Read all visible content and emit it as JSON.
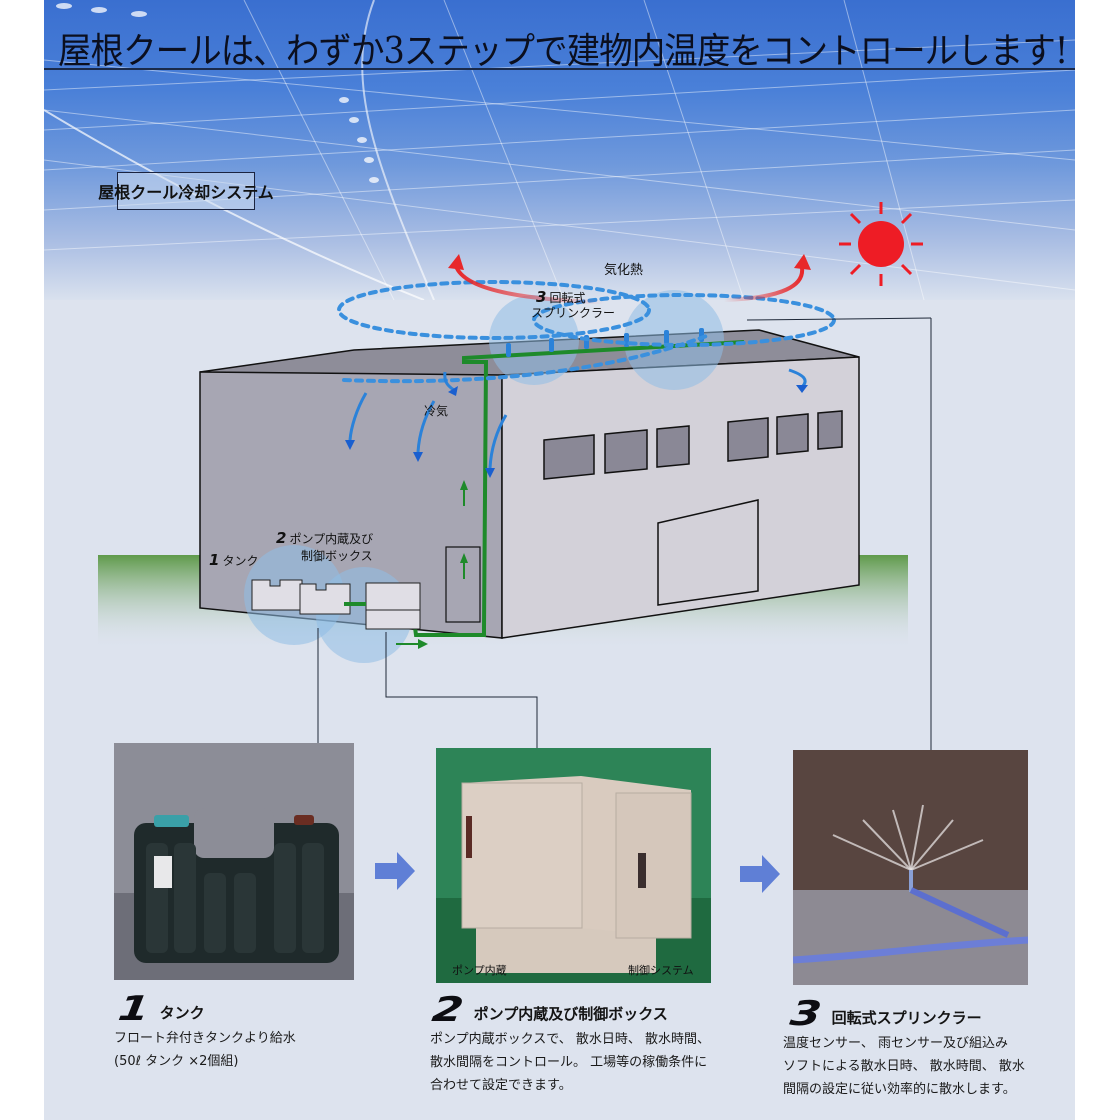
{
  "headline": "屋根クールは、わずか3ステップで建物内温度をコントロールします!",
  "section_label": "屋根クール冷却システム",
  "diagram": {
    "evaporation_label": "気化熱",
    "sprinkler_label_num": "3",
    "sprinkler_label_line1": "回転式",
    "sprinkler_label_line2": "スプリンクラー",
    "cool_air_label": "冷気",
    "tank_label_num": "1",
    "tank_label": "タンク",
    "pump_label_num": "2",
    "pump_label_line1": "ポンプ内蔵及び",
    "pump_label_line2": "制御ボックス",
    "colors": {
      "sun": "#ee1c25",
      "pipe": "#1e8a2a",
      "water": "#2b82d9",
      "heat_arrow": "#e8282a",
      "arrow_step": "#5f7fd6"
    }
  },
  "photos": {
    "pump_callout_left": "ポンプ内蔵",
    "pump_callout_right": "制御システム"
  },
  "steps": [
    {
      "num": "1",
      "title": "タンク",
      "desc_lines": [
        "フロート弁付きタンクより給水",
        "(50ℓ タンク ×2個組)"
      ]
    },
    {
      "num": "2",
      "title": "ポンプ内蔵及び制御ボックス",
      "desc_lines": [
        "ポンプ内蔵ボックスで、 散水日時、 散水時間、",
        "散水間隔をコントロール。 工場等の稼働条件に",
        "合わせて設定できます。"
      ]
    },
    {
      "num": "3",
      "title": "回転式スプリンクラー",
      "desc_lines": [
        "温度センサー、 雨センサー及び組込み",
        "ソフトによる散水日時、 散水時間、 散水",
        "間隔の設定に従い効率的に散水します。"
      ]
    }
  ]
}
